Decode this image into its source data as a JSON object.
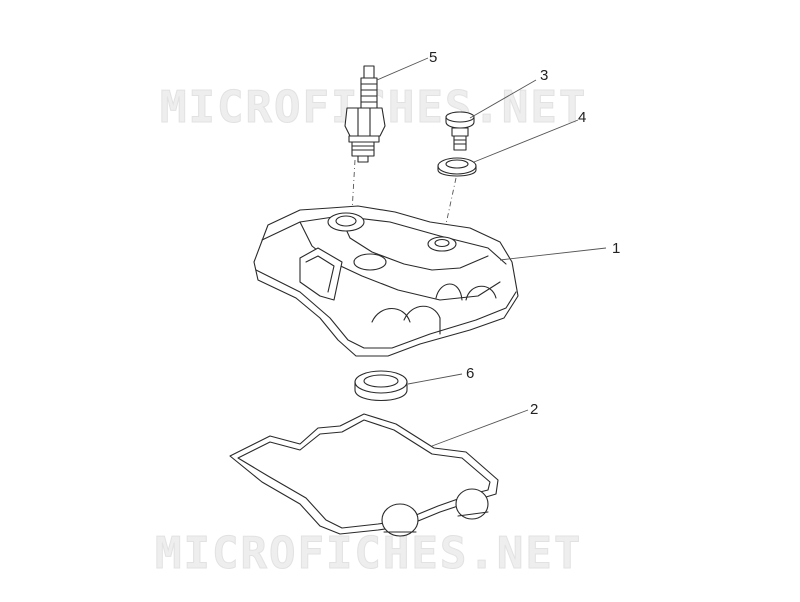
{
  "watermark": {
    "text": "MICROFICHES.NET"
  },
  "callouts": {
    "part1": "1",
    "part2": "2",
    "part3": "3",
    "part4": "4",
    "part5": "5",
    "part6": "6"
  }
}
